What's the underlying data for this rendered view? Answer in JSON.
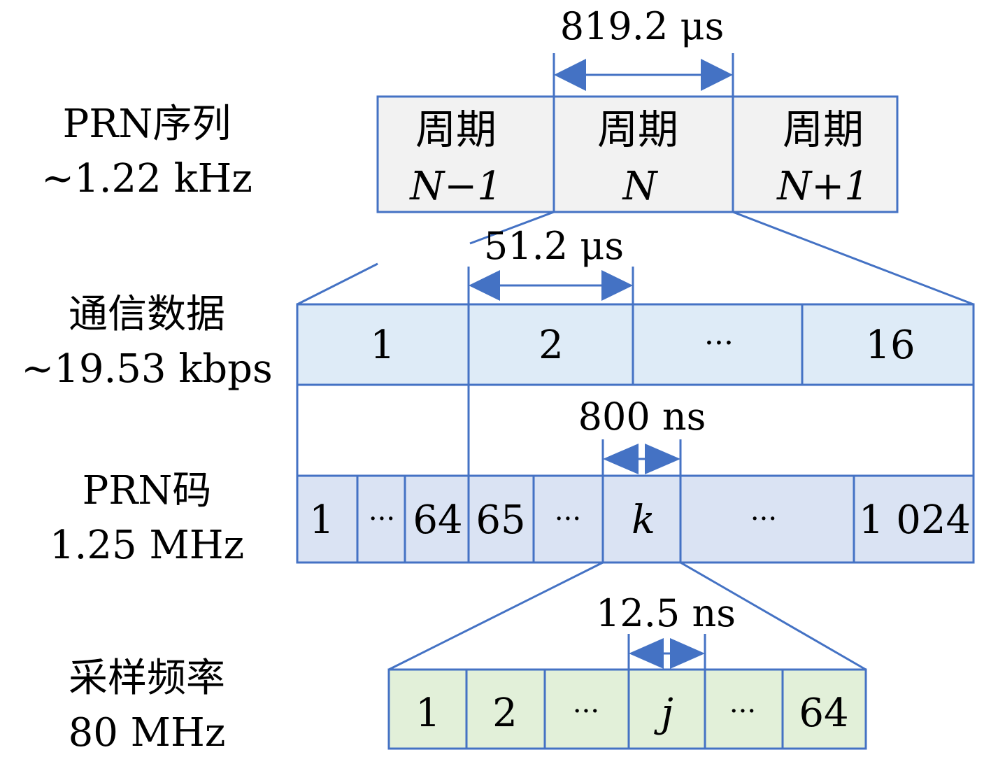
{
  "colors": {
    "stroke": "#4472C4",
    "prn_sequence_fill": "#F2F2F2",
    "comm_data_fill": "#DEEBF7",
    "prn_code_fill": "#DAE3F3",
    "sampling_fill": "#E2F0D9"
  },
  "rows": {
    "prn_sequence": {
      "label_line1": "PRN序列",
      "label_line2": "~1.22 kHz",
      "cells": [
        {
          "line1": "周期",
          "line2": "N−1"
        },
        {
          "line1": "周期",
          "line2": "N"
        },
        {
          "line1": "周期",
          "line2": "N+1"
        }
      ],
      "dimension": "819.2 μs"
    },
    "comm_data": {
      "label_line1": "通信数据",
      "label_line2": "~19.53 kbps",
      "cells": [
        "1",
        "2",
        "···",
        "16"
      ],
      "dimension": "51.2 μs"
    },
    "prn_code": {
      "label_line1": "PRN码",
      "label_line2": "1.25 MHz",
      "cells": [
        "1",
        "···",
        "64",
        "65",
        "···",
        "k",
        "···",
        "1 024"
      ],
      "dimension": "800 ns"
    },
    "sampling": {
      "label_line1": "采样频率",
      "label_line2": "80 MHz",
      "cells": [
        "1",
        "2",
        "···",
        "j",
        "···",
        "64"
      ],
      "dimension": "12.5 ns"
    }
  }
}
